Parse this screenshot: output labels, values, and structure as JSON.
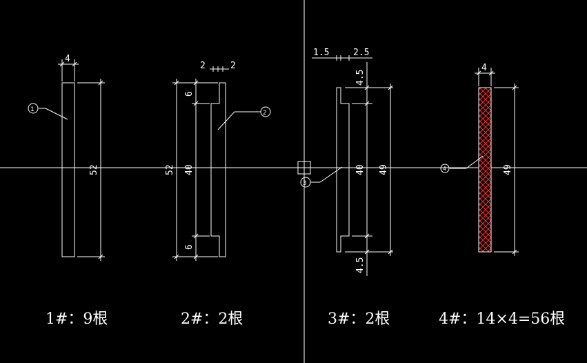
{
  "piece1": {
    "width_label": "4",
    "length_label": "52",
    "balloon": "1",
    "caption": "1#：9根"
  },
  "piece2": {
    "top_label_left": "2",
    "top_label_right": "2",
    "length_label": "52",
    "inner_label": "40",
    "notch_top": "6",
    "notch_bottom": "6",
    "balloon": "2",
    "caption": "2#：2根"
  },
  "piece3": {
    "top_label_left": "1.5",
    "top_label_right": "2.5",
    "offset_top": "4.5",
    "offset_bottom": "4.5",
    "inner_label": "40",
    "length_label": "49",
    "balloon": "3",
    "caption": "3#：2根"
  },
  "piece4": {
    "width_label": "4",
    "length_label": "49",
    "balloon": "4",
    "caption": "4#：14×4=56根",
    "hatch_color": "#ff2a2a"
  },
  "colors": {
    "background": "#000000",
    "lines": "#ffffff"
  }
}
